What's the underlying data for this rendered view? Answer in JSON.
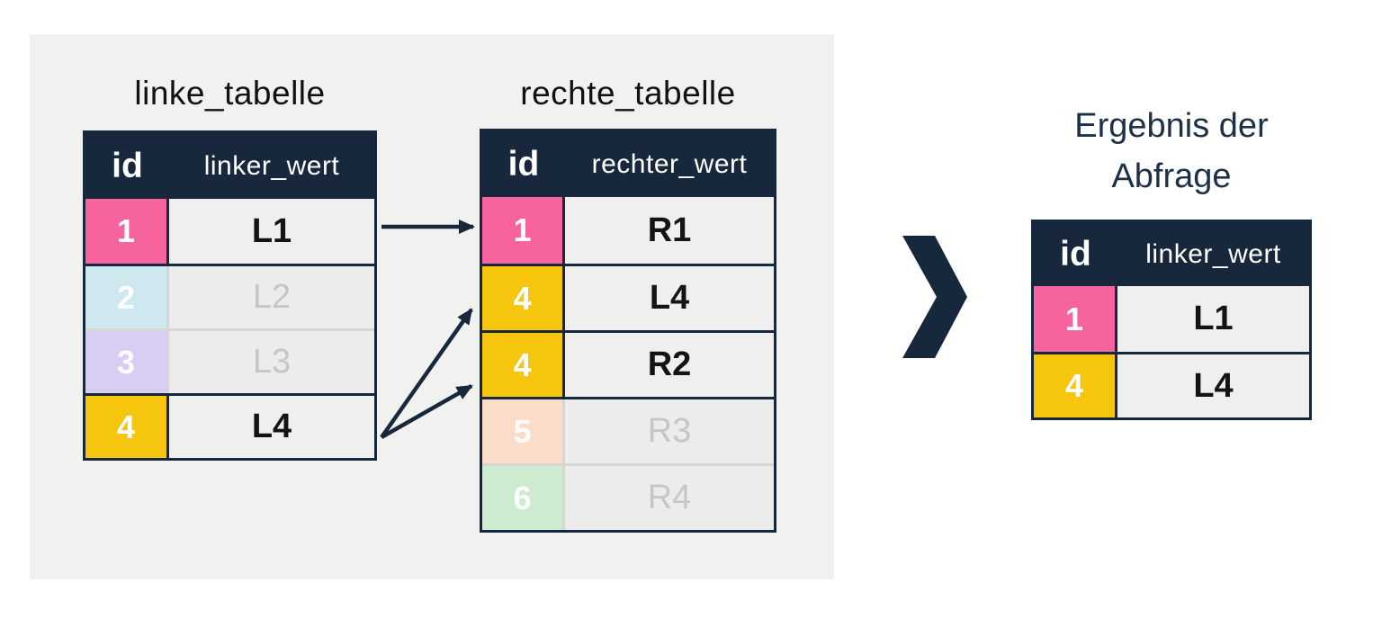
{
  "diagram": {
    "kind": "sql-join-illustration",
    "page_bg": "#ffffff",
    "panel_bg": "#f1f1ef",
    "accent_navy": "#17273c",
    "faded_border": "#d6d6d6",
    "active_value_color": "#141414",
    "faded_value_color": "#c6c6c6"
  },
  "left_table": {
    "title": "linke_tabelle",
    "headers": [
      "id",
      "linker_wert"
    ],
    "rows": [
      {
        "id": "1",
        "value": "L1",
        "id_bg": "#f7639f",
        "active": true
      },
      {
        "id": "2",
        "value": "L2",
        "id_bg": "#cfe7ef",
        "active": false
      },
      {
        "id": "3",
        "value": "L3",
        "id_bg": "#d9cdf1",
        "active": false
      },
      {
        "id": "4",
        "value": "L4",
        "id_bg": "#f6c50d",
        "active": true
      }
    ]
  },
  "right_table": {
    "title": "rechte_tabelle",
    "headers": [
      "id",
      "rechter_wert"
    ],
    "rows": [
      {
        "id": "1",
        "value": "R1",
        "id_bg": "#f7639f",
        "active": true
      },
      {
        "id": "4",
        "value": "L4",
        "id_bg": "#f6c50d",
        "active": true
      },
      {
        "id": "4",
        "value": "R2",
        "id_bg": "#f6c50d",
        "active": true
      },
      {
        "id": "5",
        "value": "R3",
        "id_bg": "#f9ddc8",
        "active": false
      },
      {
        "id": "6",
        "value": "R4",
        "id_bg": "#cdeccf",
        "active": false
      }
    ]
  },
  "result_table": {
    "title": [
      "Ergebnis der",
      "Abfrage"
    ],
    "headers": [
      "id",
      "linker_wert"
    ],
    "rows": [
      {
        "id": "1",
        "value": "L1",
        "id_bg": "#f7639f",
        "active": true
      },
      {
        "id": "4",
        "value": "L4",
        "id_bg": "#f6c50d",
        "active": true
      }
    ]
  },
  "connections": [
    {
      "from": "linke_tabelle row id 1 (L1)",
      "to": "rechte_tabelle row id 1 (R1)"
    },
    {
      "from": "linke_tabelle row id 4 (L4)",
      "to": "rechte_tabelle row id 4 (L4)"
    },
    {
      "from": "linke_tabelle row id 4 (L4)",
      "to": "rechte_tabelle row id 4 (R2)"
    }
  ]
}
